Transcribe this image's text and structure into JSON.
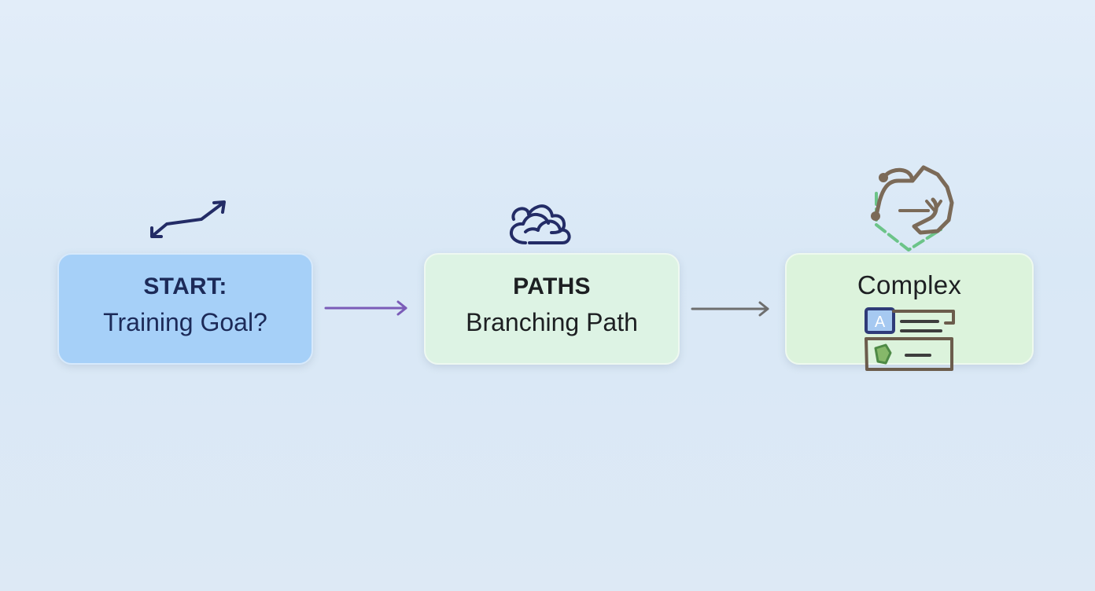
{
  "nodes": {
    "start": {
      "line1": "START:",
      "line2": "Training Goal?"
    },
    "paths": {
      "line1": "PATHS",
      "line2": "Branching Path"
    },
    "complex": {
      "line1": "Complex",
      "card_letter": "A"
    }
  },
  "icons": {
    "start": "double-arrow-icon",
    "paths": "cloud-icon",
    "complex": "cycle-icon",
    "complex_card": "form-card-icon"
  },
  "colors": {
    "start_fill": "#a6d0f8",
    "paths_fill": "#ddf3e4",
    "complex_fill": "#dcf3dc",
    "arrow_1": "#7b5cb8",
    "arrow_2": "#6e6e6e",
    "icon_navy": "#232c66",
    "icon_brown": "#7b6a58",
    "icon_green": "#6cc489"
  }
}
